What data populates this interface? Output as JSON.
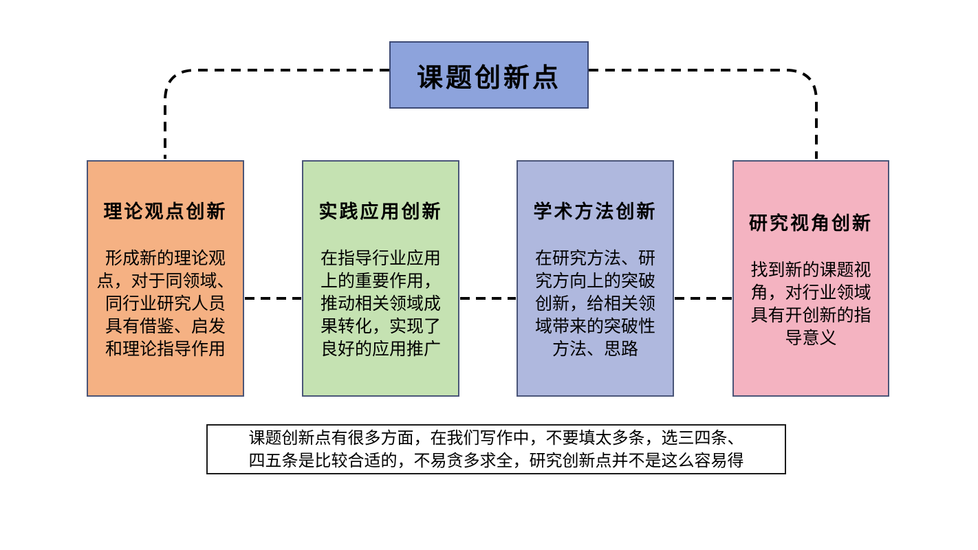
{
  "diagram": {
    "title": "课题创新点",
    "nodes": [
      {
        "title": "理论观点创新",
        "body": "形成新的理论观\n点，对于同领域、\n同行业研究人员\n具有借鉴、启发\n和理论指导作用",
        "color": "#f5b183"
      },
      {
        "title": "实践应用创新",
        "body": "在指导行业应用\n上的重要作用，\n推动相关领域成\n果转化，实现了\n良好的应用推广",
        "color": "#c5e2b2"
      },
      {
        "title": "学术方法创新",
        "body": "在研究方法、研\n究方向上的突破\n创新，给相关领\n域带来的突破性\n方法、思路",
        "color": "#afb8de"
      },
      {
        "title": "研究视角创新",
        "body": "找到新的课题视\n角，对行业领域\n具有开创新的指\n导意义",
        "color": "#f4b3c1"
      }
    ],
    "note": "课题创新点有很多方面，在我们写作中，不要填太多条，选三四条、\n四五条是比较合适的，不易贪多求全，研究创新点并不是这么容易得",
    "colors": {
      "title_box_fill": "#8da3dc",
      "box_border": "#4a5578",
      "connector": "#000000",
      "note_border": "#1a1a1a",
      "background": "#ffffff"
    }
  }
}
